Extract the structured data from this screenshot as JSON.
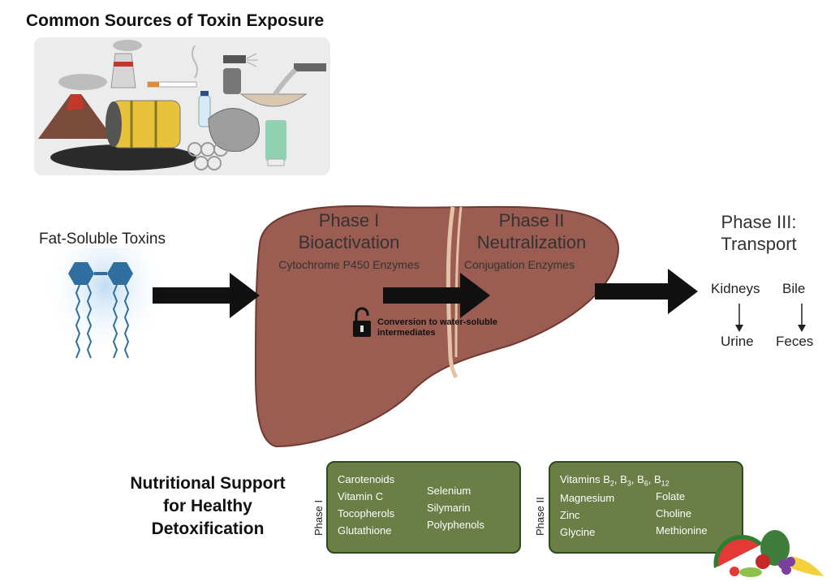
{
  "sources": {
    "title": "Common Sources of Toxin Exposure"
  },
  "toxins": {
    "label": "Fat-Soluble Toxins"
  },
  "phase1": {
    "title_line1": "Phase I",
    "title_line2": "Bioactivation",
    "subtitle": "Cytochrome P450 Enzymes"
  },
  "phase2": {
    "title_line1": "Phase II",
    "title_line2": "Neutralization",
    "subtitle": "Conjugation Enzymes"
  },
  "conversion": {
    "line1": "Conversion to water-soluble",
    "line2": "intermediates"
  },
  "phase3": {
    "title_line1": "Phase III:",
    "title_line2": "Transport",
    "kidneys": "Kidneys",
    "bile": "Bile",
    "urine": "Urine",
    "feces": "Feces"
  },
  "nutrition": {
    "title_line1": "Nutritional Support",
    "title_line2": "for Healthy",
    "title_line3": "Detoxification",
    "phase1_label": "Phase I",
    "phase1_col1": [
      "Carotenoids",
      "Vitamin C",
      "Tocopherols",
      "Glutathione"
    ],
    "phase1_col2": [
      "Selenium",
      "Silymarin",
      "Polyphenols"
    ],
    "phase2_label": "Phase II",
    "vitamins_prefix": "Vitamins B",
    "vitamins_subs": [
      "2",
      "3",
      "6",
      "12"
    ],
    "phase2_col1": [
      "Magnesium",
      "Zinc",
      "Glycine"
    ],
    "phase2_col2": [
      "Folate",
      "Choline",
      "Methionine"
    ]
  },
  "colors": {
    "liver": "#9b5c52",
    "liver_dark": "#6e3a33",
    "box_green": "#6b7e45",
    "arrow": "#111111",
    "toxin_blue": "#2f6e9e"
  }
}
